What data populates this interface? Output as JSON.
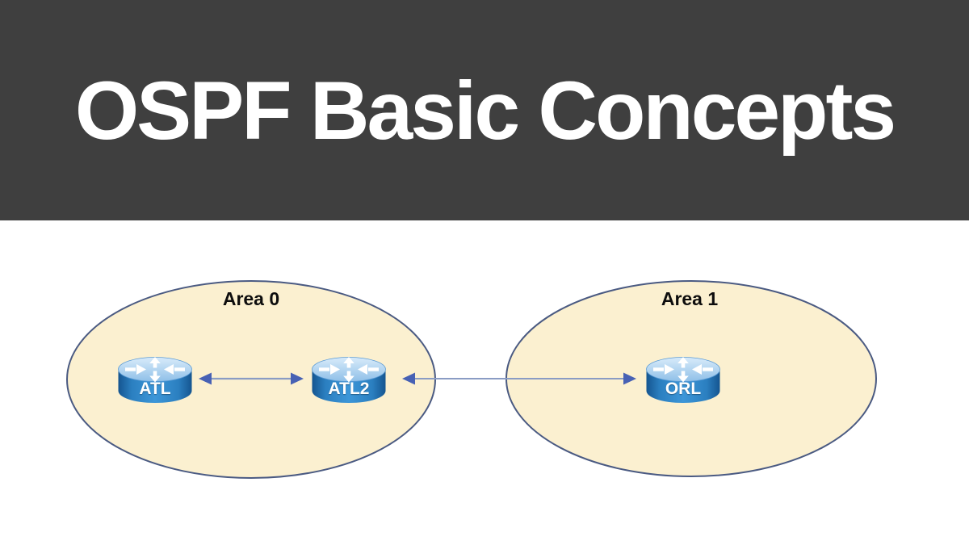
{
  "slide": {
    "title": "OSPF Basic Concepts"
  },
  "diagram": {
    "areas": [
      {
        "id": "area0",
        "label": "Area 0"
      },
      {
        "id": "area1",
        "label": "Area 1"
      }
    ],
    "routers": [
      {
        "id": "atl",
        "label": "ATL",
        "area": "Area 0"
      },
      {
        "id": "atl2",
        "label": "ATL2",
        "area": "Area 0"
      },
      {
        "id": "orl",
        "label": "ORL",
        "area": "Area 1"
      }
    ],
    "links": [
      {
        "from": "ATL",
        "to": "ATL2",
        "type": "bidirectional-arrow"
      },
      {
        "from": "ATL2",
        "to": "ORL",
        "type": "bidirectional-arrow"
      }
    ]
  },
  "colors": {
    "header_bg": "#3f3f3f",
    "header_text": "#ffffff",
    "area_fill": "#fbf0d0",
    "area_stroke": "#4a5a82",
    "link_line": "#8a9cc4",
    "link_arrowhead": "#4761b4",
    "router_body_blue": "#2b7fc0",
    "router_top_blue": "#a9cdee",
    "router_label_text": "#ffffff",
    "area_label_text": "#0d0d0d"
  }
}
